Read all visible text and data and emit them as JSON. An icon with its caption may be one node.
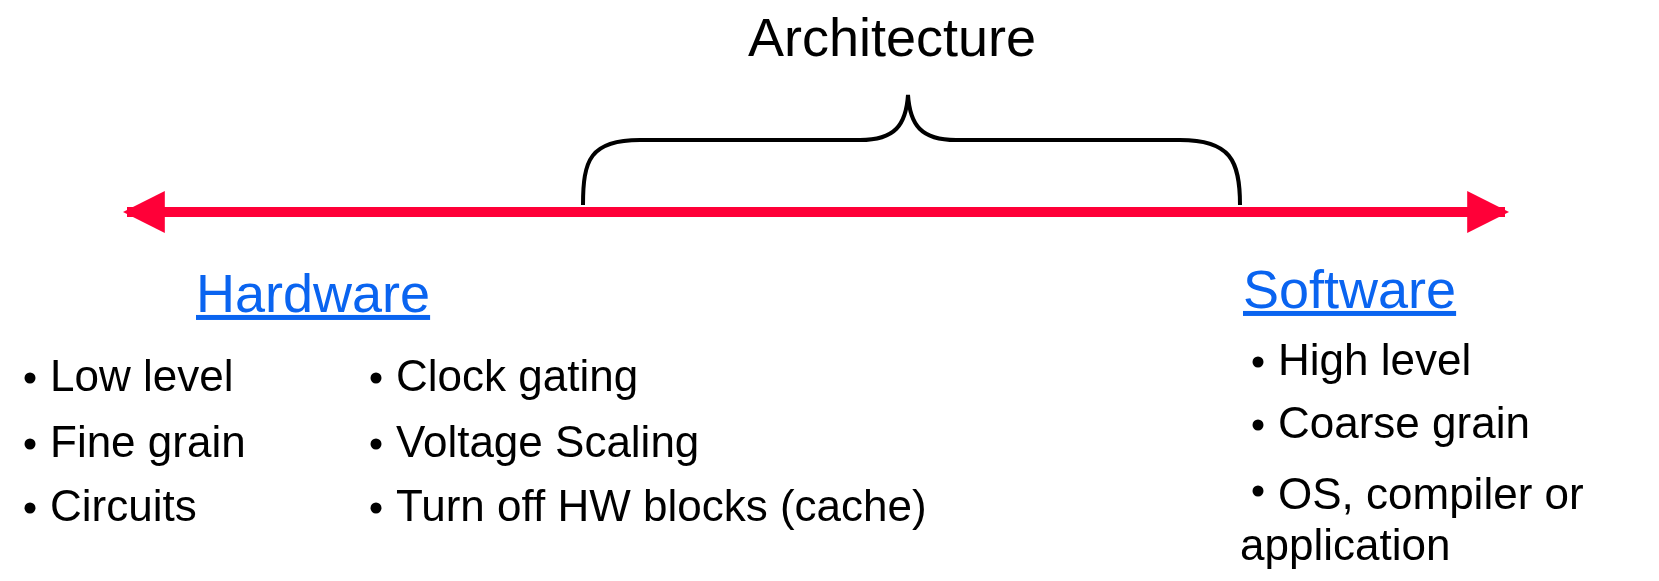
{
  "diagram": {
    "labels": [
      "Architecture",
      "Hardware",
      "Low level",
      "Fine grain",
      "Circuits",
      "Clock gating",
      "Voltage Scaling",
      "Turn off HW blocks (cache)",
      "Software",
      "High level",
      "Coarse grain",
      "OS, compiler or application"
    ]
  }
}
